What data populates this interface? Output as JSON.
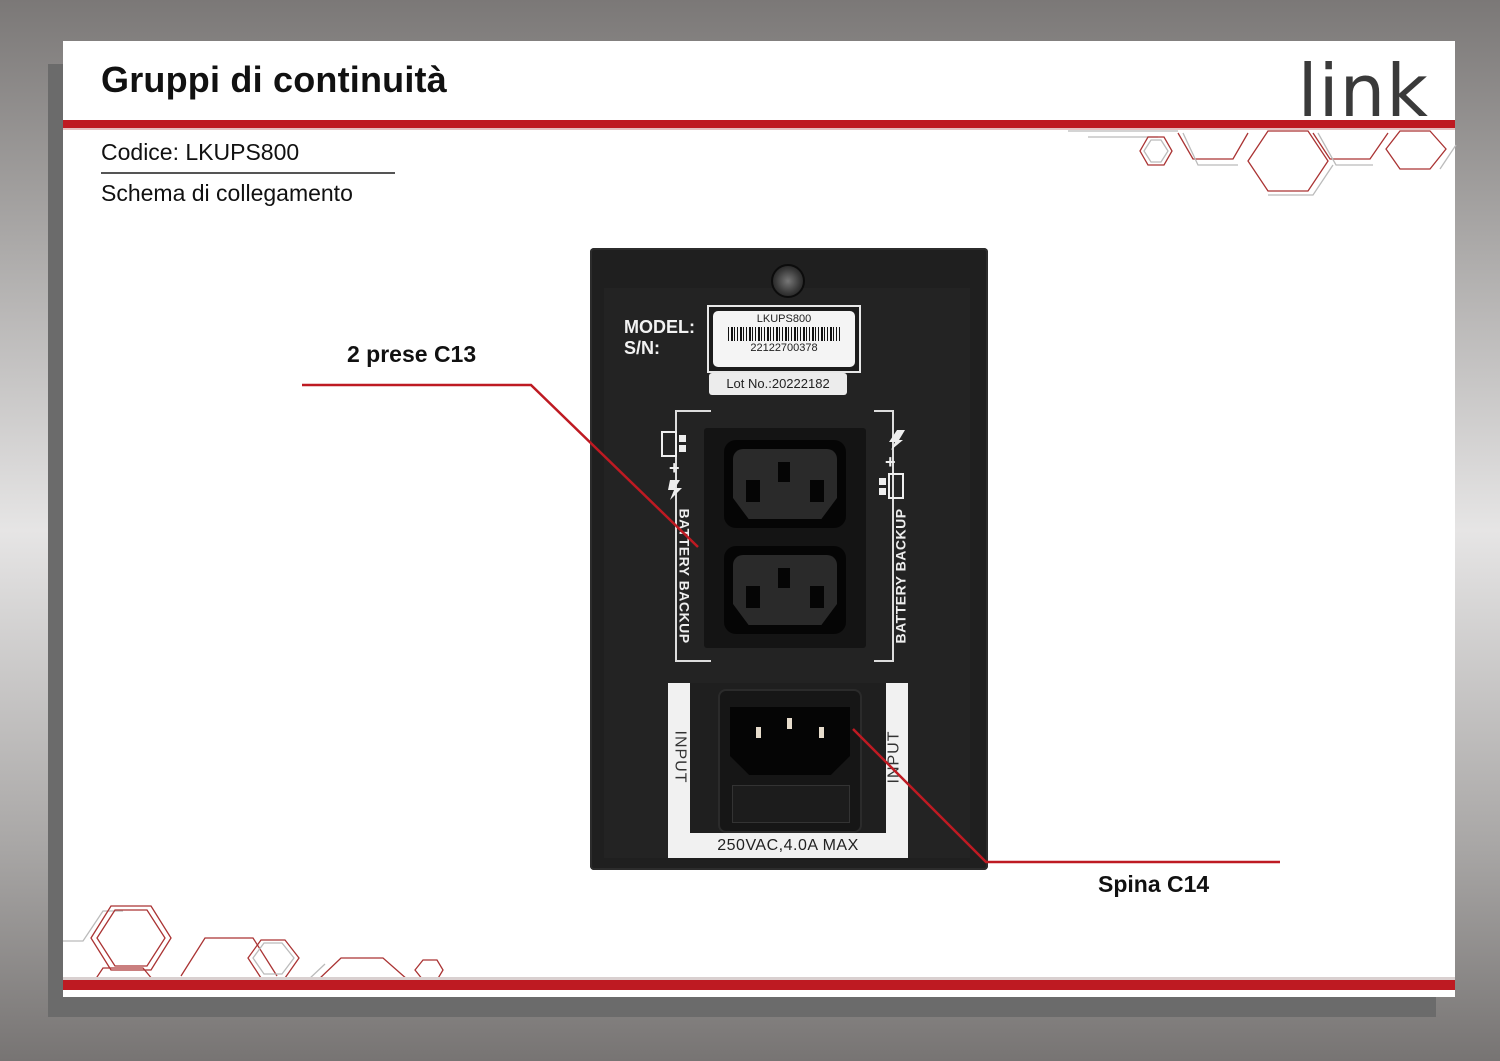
{
  "header": {
    "title": "Gruppi di continuità",
    "logo": "link"
  },
  "product": {
    "code_line": "Codice: LKUPS800",
    "section": "Schema di collegamento"
  },
  "device": {
    "model_label": "MODEL:",
    "sn_label": "S/N:",
    "model_value": "LKUPS800",
    "serial_number": "22122700378",
    "lot": "Lot No.:20222182",
    "outlets_label_left": "BATTERY BACKUP",
    "outlets_label_right": "BATTERY BACKUP",
    "input_label_left": "INPUT",
    "input_label_right": "INPUT",
    "rating": "250VAC,4.0A MAX"
  },
  "callouts": {
    "outlets": "2 prese C13",
    "inlet": "Spina C14"
  },
  "colors": {
    "accent_red": "#be1a22",
    "logo_gray": "#3a3a3a",
    "device_black": "#1f1f1f"
  }
}
